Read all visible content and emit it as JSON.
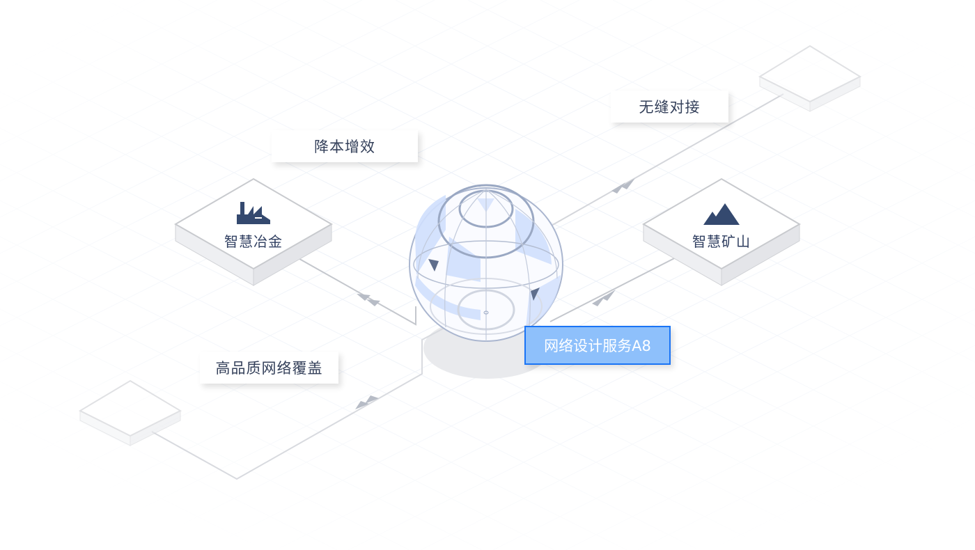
{
  "labels": {
    "cost_reduction": "降本增效",
    "seamless_integration": "无缝对接",
    "coverage": "高品质网络覆盖",
    "service": "网络设计服务A8"
  },
  "platforms": {
    "metallurgy": {
      "label": "智慧冶金",
      "icon": "factory-icon"
    },
    "mining": {
      "label": "智慧矿山",
      "icon": "mountain-icon"
    }
  },
  "colors": {
    "accent": "#1a74f5",
    "accent_fill": "#8ec0fb",
    "icon": "#34496f",
    "line": "#c4c7cd"
  }
}
